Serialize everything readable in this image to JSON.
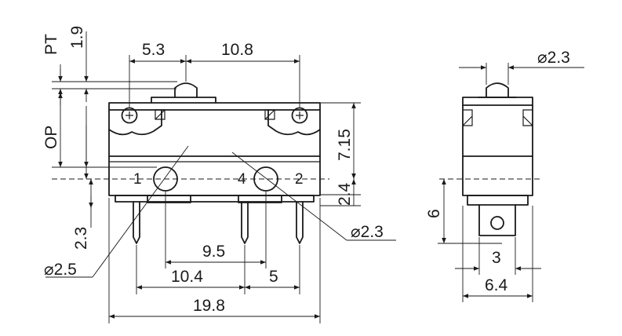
{
  "front": {
    "pt": "PT",
    "pt_val": "1.9",
    "op": "OP",
    "d53": "5.3",
    "d108": "10.8",
    "d715": "7.15",
    "d24": "2.4",
    "d23v": "2.3",
    "dia25": "⌀2.5",
    "dia23": "⌀2.3",
    "d95": "9.5",
    "d104": "10.4",
    "d5": "5",
    "d198": "19.8",
    "t1": "1",
    "t4": "4",
    "t2": "2"
  },
  "side": {
    "dia23": "⌀2.3",
    "d6": "6",
    "d3": "3",
    "d64": "6.4"
  }
}
